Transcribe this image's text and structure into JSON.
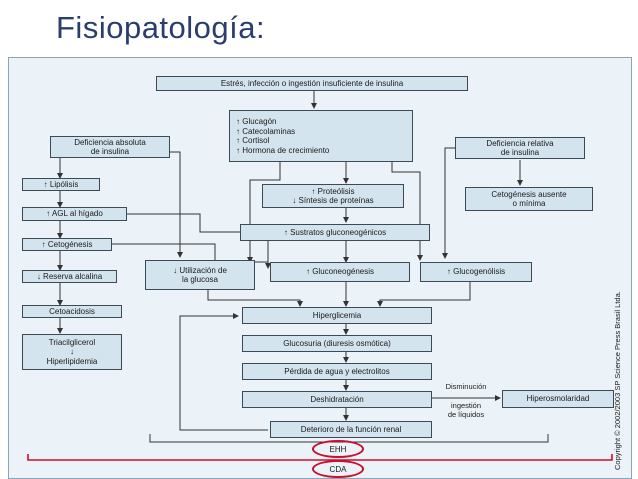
{
  "slide": {
    "title": "Fisiopatología:"
  },
  "boxes": {
    "estres": "Estrés, infección o ingestión insuficiente de insulina",
    "hormonas": "↑ Glucagón\n↑ Catecolaminas\n↑ Cortisol\n↑ Hormona de crecimiento",
    "def_absoluta": "Deficiencia absoluta\nde insulina",
    "def_relativa": "Deficiencia relativa\nde insulina",
    "lipolisis": "↑ Lipólisis",
    "agl": "↑ AGL al hígado",
    "cetogenesis": "↑ Cetogénesis",
    "reserva": "↓ Reserva alcalina",
    "cetoacidosis": "Cetoacidosis",
    "triacil": "Triacilglicerol\n↓\nHiperlipidemia",
    "proteolisis": "↑ Proteólisis\n↓ Síntesis de proteínas",
    "sustratos": "↑ Sustratos gluconeogénicos",
    "cetogenesis_ausente": "Cetogénesis ausente\no mínima",
    "utilizacion": "↓ Utilización de\nla glucosa",
    "gluconeogenesis": "↑ Gluconeogénesis",
    "glucogenolisis": "↑ Glucogenólisis",
    "hiperglicemia": "Hiperglicemia",
    "glucosuria": "Glucosuria (diuresis osmótica)",
    "perdida": "Pérdida de agua y electrolitos",
    "deshidratacion": "Deshidratación",
    "hiperosmolaridad": "Hiperosmolaridad",
    "deterioro": "Deterioro de la función renal"
  },
  "labels": {
    "disminucion": "Disminución",
    "ingestion": "ingestión\nde líquidos",
    "ehh": "EHH",
    "cda": "CDA",
    "copyright": "Copyright © 2002/2003 SP Science Press Brasil Ltda."
  },
  "colors": {
    "title": "#2a3d6e",
    "box_fill": "#d4e4ef",
    "panel": "#ecf3f8",
    "highlight": "#c8102e"
  }
}
